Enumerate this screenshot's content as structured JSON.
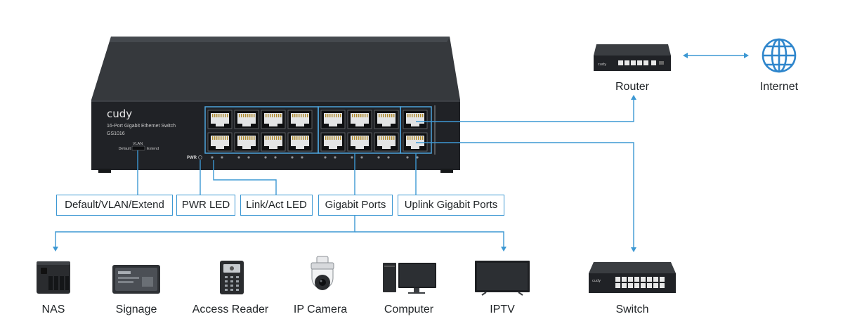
{
  "colors": {
    "line": "#3d98d3",
    "device": "#2b2d30",
    "device_front": "#1d1f22",
    "text": "#1f2326"
  },
  "switch_front": {
    "brand": "cudy",
    "model_desc": "16-Port Gigabit Ethernet Switch",
    "model": "GS1016",
    "vlan_label": "VLAN",
    "default_label": "Default",
    "extend_label": "Extend",
    "pwr_label": "PWR"
  },
  "callouts": [
    {
      "id": "mode",
      "label": "Default/VLAN/Extend"
    },
    {
      "id": "pwr",
      "label": "PWR LED"
    },
    {
      "id": "link",
      "label": "Link/Act LED"
    },
    {
      "id": "gigabit",
      "label": "Gigabit Ports"
    },
    {
      "id": "uplink",
      "label": "Uplink Gigabit Ports"
    }
  ],
  "network": {
    "router_label": "Router",
    "internet_label": "Internet",
    "switch_label": "Switch"
  },
  "devices": [
    {
      "id": "nas",
      "label": "NAS",
      "icon": "nas-icon"
    },
    {
      "id": "signage",
      "label": "Signage",
      "icon": "signage-icon"
    },
    {
      "id": "access",
      "label": "Access Reader",
      "icon": "access-reader-icon"
    },
    {
      "id": "camera",
      "label": "IP Camera",
      "icon": "ip-camera-icon"
    },
    {
      "id": "computer",
      "label": "Computer",
      "icon": "computer-icon"
    },
    {
      "id": "iptv",
      "label": "IPTV",
      "icon": "iptv-icon"
    }
  ]
}
